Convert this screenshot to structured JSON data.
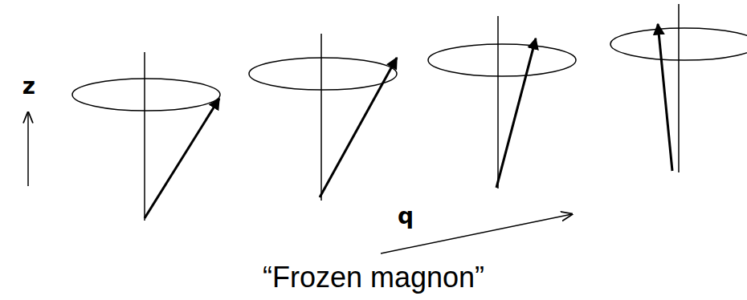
{
  "diagram": {
    "caption": "“Frozen magnon”",
    "labels": [
      "z",
      "q"
    ]
  }
}
